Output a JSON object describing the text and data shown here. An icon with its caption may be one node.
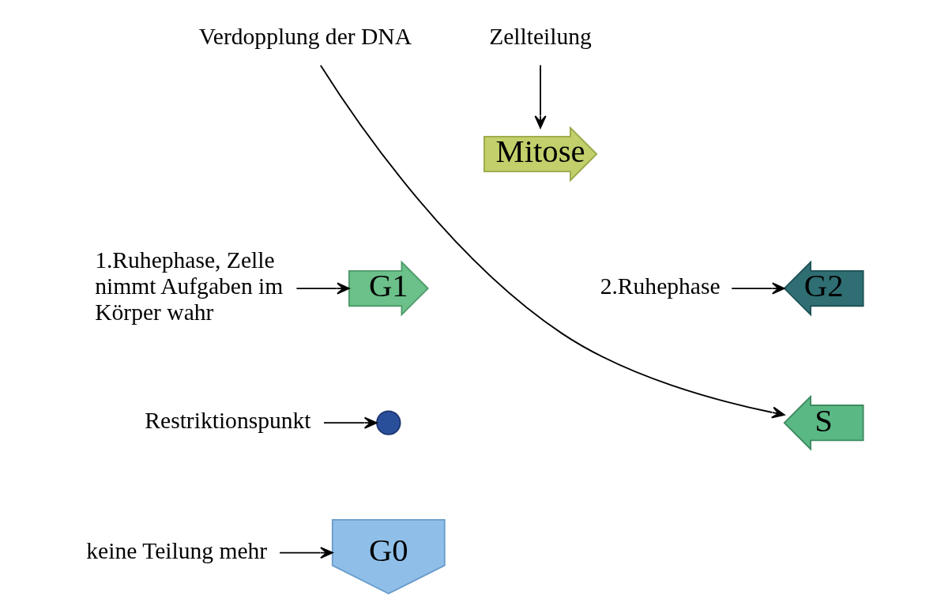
{
  "diagram": {
    "nodes": [
      {
        "text": [
          "Mitose"
        ]
      },
      {
        "text": [
          "G1"
        ]
      },
      {
        "text": [
          "S"
        ]
      },
      {
        "text": [
          "G2"
        ]
      },
      {
        "text": [
          "G0"
        ]
      },
      {
        "text": [],
        "shape": "circle"
      },
      {
        "text": [
          "Zellteilung"
        ]
      },
      {
        "text": [
          "1.Ruhephase, Zelle nimmt Aufgaben im Körper wahr"
        ]
      },
      {
        "text": [
          "2.Ruhephase"
        ]
      },
      {
        "text": [
          "Restriktionspunkt"
        ]
      },
      {
        "text": [
          "keine Teilung mehr"
        ]
      },
      {
        "text": [
          "Verdopplung der DNA"
        ]
      }
    ],
    "edges": [
      {
        "from": 6,
        "to": 0,
        "arrow": "to"
      },
      {
        "from": 7,
        "to": 1,
        "arrow": "to"
      },
      {
        "from": 8,
        "to": 3,
        "arrow": "to"
      },
      {
        "from": 9,
        "to": 5,
        "arrow": "to"
      },
      {
        "from": 10,
        "to": 4,
        "arrow": "to"
      },
      {
        "from": 11,
        "to": 2,
        "arrow": "to"
      }
    ]
  }
}
